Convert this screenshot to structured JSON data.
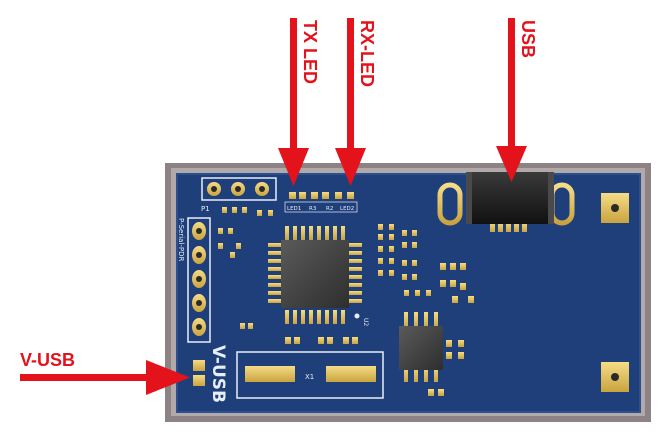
{
  "labels": {
    "tx_led": "TX LED",
    "rx_led": "RX-LED",
    "usb": "USB",
    "v_usb": "V-USB"
  },
  "silkscreen": {
    "p1": "P1",
    "header": "P-Serial-PDR",
    "led1": "LED1",
    "r3": "R3",
    "r2": "R2",
    "led2": "LED2",
    "u2": "U2",
    "x1": "X1",
    "v_usb_pad": "V-USB"
  },
  "colors": {
    "arrow": "#e3121b",
    "pcb": "#1f3f7a",
    "frame": "#8d8384"
  }
}
